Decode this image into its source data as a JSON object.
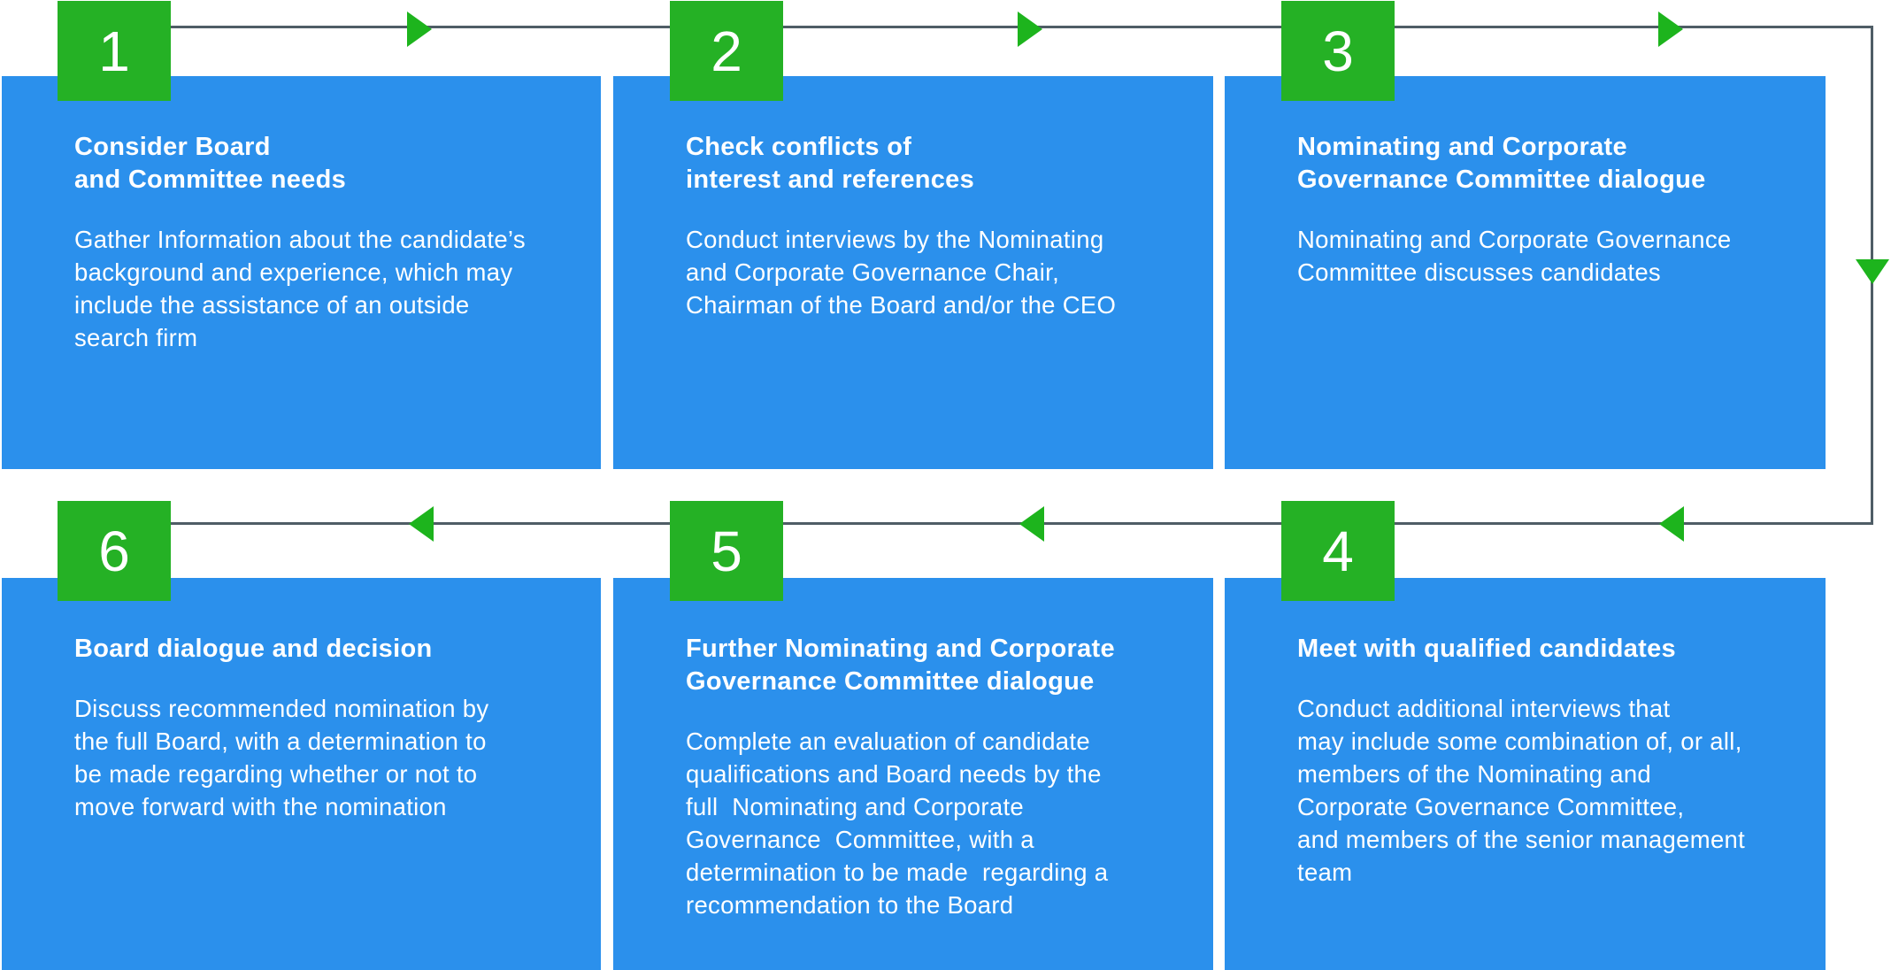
{
  "colors": {
    "card_blue": "#2b90ec",
    "square_green": "#25b125",
    "arrow_green": "#1db41d",
    "connector_gray": "#4f5d66",
    "text_white": "#ffffff"
  },
  "steps": [
    {
      "number": "1",
      "title": "Consider Board\nand Committee needs",
      "body": "Gather Information about the candidate’s\nbackground and experience, which may\ninclude the assistance of an outside\nsearch firm"
    },
    {
      "number": "2",
      "title": "Check conflicts of\ninterest and references",
      "body": "Conduct interviews by the Nominating\nand Corporate Governance Chair,\nChairman of the Board and/or the CEO"
    },
    {
      "number": "3",
      "title": "Nominating and Corporate\nGovernance Committee dialogue",
      "body": "Nominating and Corporate Governance\nCommittee discusses candidates"
    },
    {
      "number": "4",
      "title": "Meet with qualified candidates",
      "body": "Conduct additional interviews that\nmay include some combination of, or all,\nmembers of the Nominating and\nCorporate Governance Committee,\nand members of the senior management\nteam"
    },
    {
      "number": "5",
      "title": "Further Nominating and Corporate\nGovernance Committee dialogue",
      "body": "Complete an evaluation of candidate\nqualifications and Board needs by the\nfull  Nominating and Corporate\nGovernance  Committee, with a\ndetermination to be made  regarding a\nrecommendation to the Board"
    },
    {
      "number": "6",
      "title": "Board dialogue and decision",
      "body": "Discuss recommended nomination by\nthe full Board, with a determination to\nbe made regarding whether or not to\nmove forward with the nomination"
    }
  ]
}
